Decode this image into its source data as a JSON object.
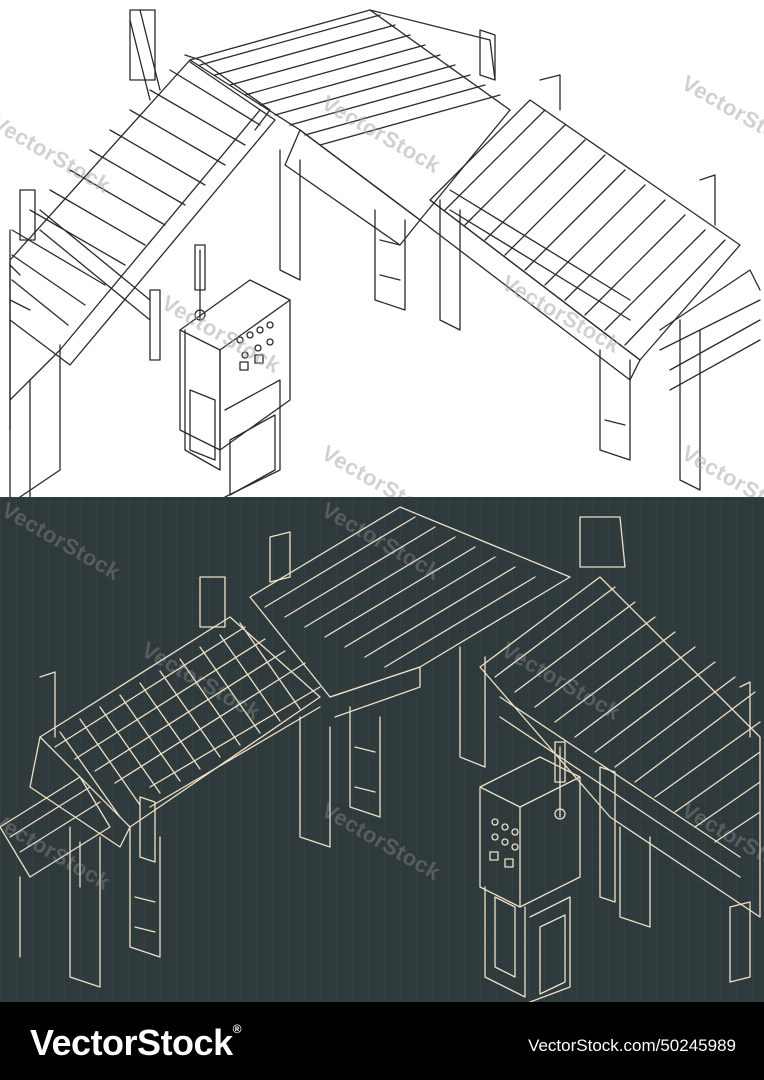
{
  "image": {
    "description_free": true,
    "colors": {
      "light_bg": "#ffffff",
      "light_ink": "#2a2a2a",
      "dark_bg": "#2f3a3d",
      "dark_ink": "#eee0c6",
      "dark_grid": "#3a4649",
      "footer_bg": "#000000",
      "footer_text": "#ffffff"
    }
  },
  "watermark": {
    "text": "VectorStock"
  },
  "footer": {
    "logo_text": "VectorStock",
    "logo_mark": "®",
    "url_text": "VectorStock.com/50245989"
  }
}
